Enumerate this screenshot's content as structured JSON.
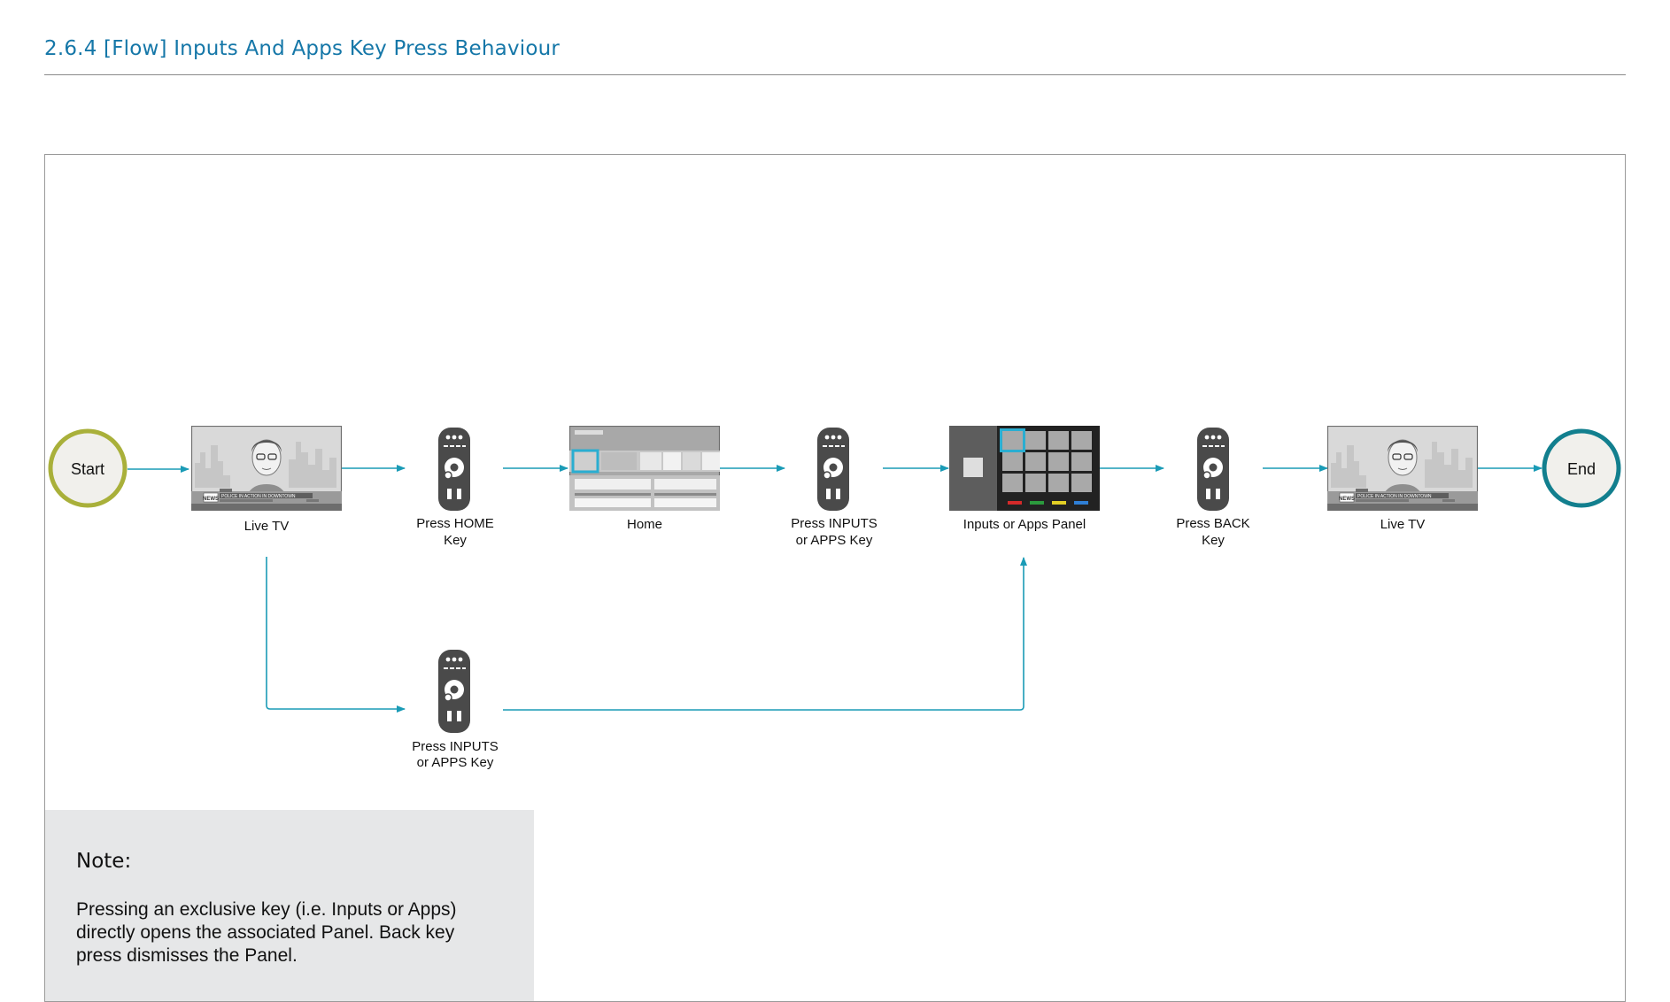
{
  "header": {
    "title": "2.6.4  [Flow] Inputs And Apps Key Press Behaviour"
  },
  "flow": {
    "start_label": "Start",
    "end_label": "End",
    "live_tv_1": "Live TV",
    "press_home": [
      "Press HOME",
      "Key"
    ],
    "home": "Home",
    "press_inputs_top": [
      "Press INPUTS",
      "or APPS Key"
    ],
    "panel": "Inputs or Apps Panel",
    "press_back": [
      "Press BACK",
      "Key"
    ],
    "live_tv_2": "Live TV",
    "press_inputs_bottom": [
      "Press INPUTS",
      "or APPS Key"
    ],
    "tv_ticker": "POLICE IN ACTION IN DOWNTOWN",
    "tv_logo": "NEWS"
  },
  "note": {
    "title": "Note:",
    "body": "Pressing an exclusive key (i.e. Inputs or Apps) directly opens the associated Panel. Back key press dismisses the Panel."
  },
  "colors": {
    "connector": "#1a9bb6",
    "start_ring": "#a9b03a",
    "end_ring": "#127f8e",
    "title": "#1577a8",
    "remote": "#4a4a4a",
    "highlight": "#2aaed1"
  },
  "icons": {
    "remote": "remote-control-icon",
    "tv": "live-tv-thumbnail",
    "home": "home-screen-thumbnail",
    "panel": "inputs-panel-thumbnail"
  }
}
